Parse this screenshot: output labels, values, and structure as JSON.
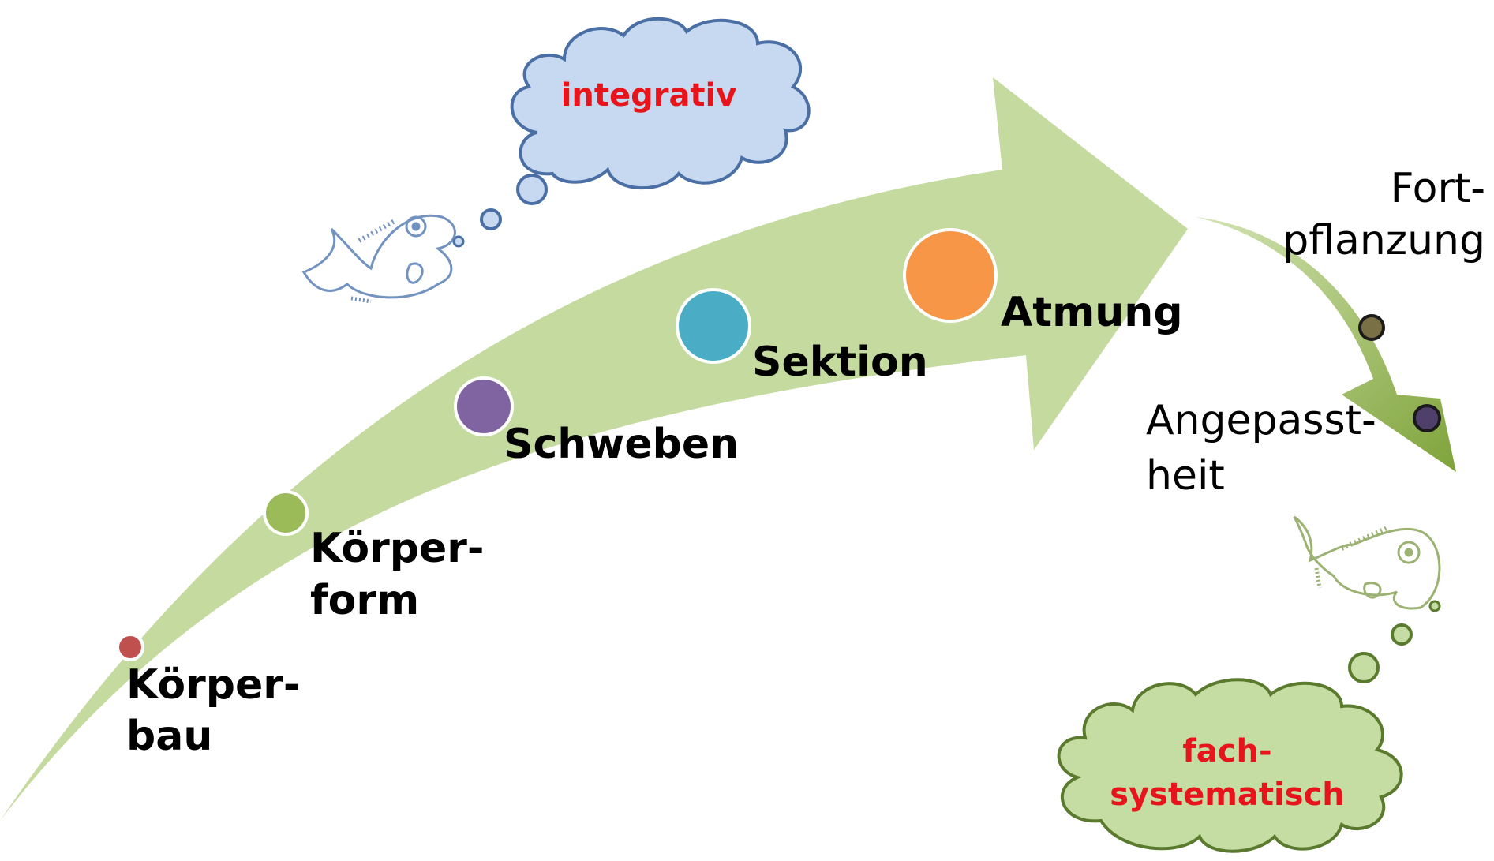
{
  "clouds": {
    "top": {
      "label": "integrativ",
      "fill": "#c6d9f0",
      "stroke": "#4a6fa5",
      "text_color": "#e8141b"
    },
    "bottom": {
      "label_line1": "fach-",
      "label_line2": "systematisch",
      "fill": "#c5dca2",
      "stroke": "#5a7a2e",
      "text_color": "#e8141b"
    }
  },
  "main_arrow": {
    "color": "#c4da9f"
  },
  "steps": [
    {
      "line1": "Körper-",
      "line2": "bau",
      "color": "#c0504d"
    },
    {
      "line1": "Körper-",
      "line2": "form",
      "color": "#9bbb59"
    },
    {
      "line1": "Schweben",
      "line2": "",
      "color": "#8064a2"
    },
    {
      "line1": "Sektion",
      "line2": "",
      "color": "#4bacc6"
    },
    {
      "line1": "Atmung",
      "line2": "",
      "color": "#f79646"
    }
  ],
  "small_arrow": {
    "color": "#8fb04a",
    "items": [
      {
        "line1": "Fort-",
        "line2": "pflanzung",
        "color": "#7a7045"
      },
      {
        "line1": "Angepasst-",
        "line2": "heit",
        "color": "#4f3f6b"
      }
    ]
  },
  "icons": [
    "fish-icon-blue",
    "fish-icon-green"
  ]
}
